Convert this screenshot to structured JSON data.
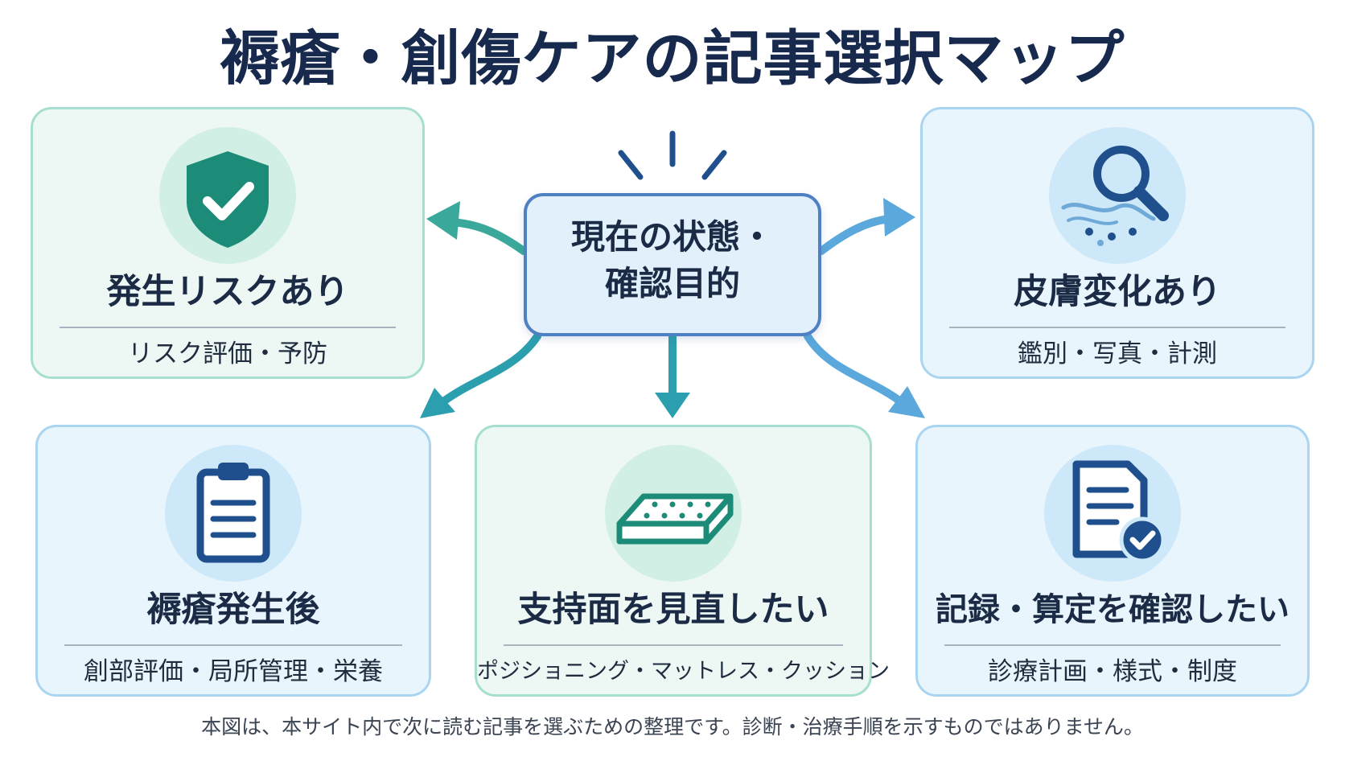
{
  "title": "褥瘡・創傷ケアの記事選択マップ",
  "center": {
    "line1": "現在の状態・",
    "line2": "確認目的"
  },
  "cards": [
    {
      "title": "発生リスクあり",
      "subtitle": "リスク評価・予防",
      "icon": "shield-check-icon",
      "theme": "green"
    },
    {
      "title": "皮膚変化あり",
      "subtitle": "鑑別・写真・計測",
      "icon": "magnifier-skin-icon",
      "theme": "blue"
    },
    {
      "title": "褥瘡発生後",
      "subtitle": "創部評価・局所管理・栄養",
      "icon": "clipboard-icon",
      "theme": "blue"
    },
    {
      "title": "支持面を見直したい",
      "subtitle": "ポジショニング・マットレス・クッション",
      "icon": "mattress-icon",
      "theme": "green"
    },
    {
      "title": "記録・算定を確認したい",
      "subtitle": "診療計画・様式・制度",
      "icon": "document-check-icon",
      "theme": "blue"
    }
  ],
  "footnote": "本図は、本サイト内で次に読む記事を選ぶための整理です。診断・治療手順を示すものではありません。",
  "colors": {
    "title": "#172a4e",
    "green_accent": "#1c8c78",
    "blue_accent": "#1f4f8c",
    "center_border": "#4e80c3"
  }
}
